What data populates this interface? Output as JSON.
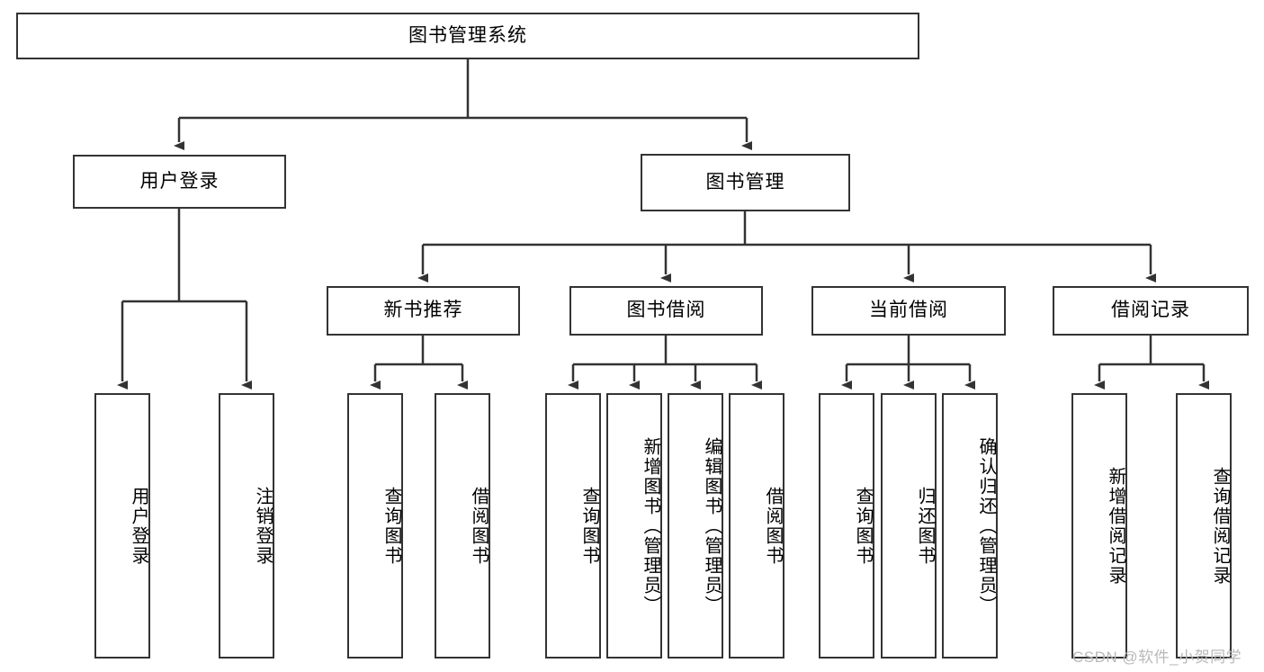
{
  "diagram": {
    "title": "图书管理系统",
    "background_color": "#ffffff",
    "line_color": "#333333",
    "box_fill": "#ffffff",
    "root": {
      "label": "图书管理系统"
    },
    "level2": [
      {
        "label": "用户登录"
      },
      {
        "label": "图书管理"
      }
    ],
    "level3": [
      {
        "label": "新书推荐"
      },
      {
        "label": "图书借阅"
      },
      {
        "label": "当前借阅"
      },
      {
        "label": "借阅记录"
      }
    ],
    "leaves": {
      "user_login": [
        {
          "label": "用户登录"
        },
        {
          "label": "注销登录"
        }
      ],
      "new_book_recommend": [
        {
          "label": "查询图书"
        },
        {
          "label": "借阅图书"
        }
      ],
      "book_borrow": [
        {
          "label": "查询图书"
        },
        {
          "label": "新增图书（管理员）"
        },
        {
          "label": "编辑图书（管理员）"
        },
        {
          "label": "借阅图书"
        }
      ],
      "current_borrow": [
        {
          "label": "查询图书"
        },
        {
          "label": "归还图书"
        },
        {
          "label": "确认归还（管理员）"
        }
      ],
      "borrow_record": [
        {
          "label": "新增借阅记录"
        },
        {
          "label": "查询借阅记录"
        }
      ]
    }
  },
  "watermark": {
    "text": "CSDN @软件_小贺同学"
  }
}
